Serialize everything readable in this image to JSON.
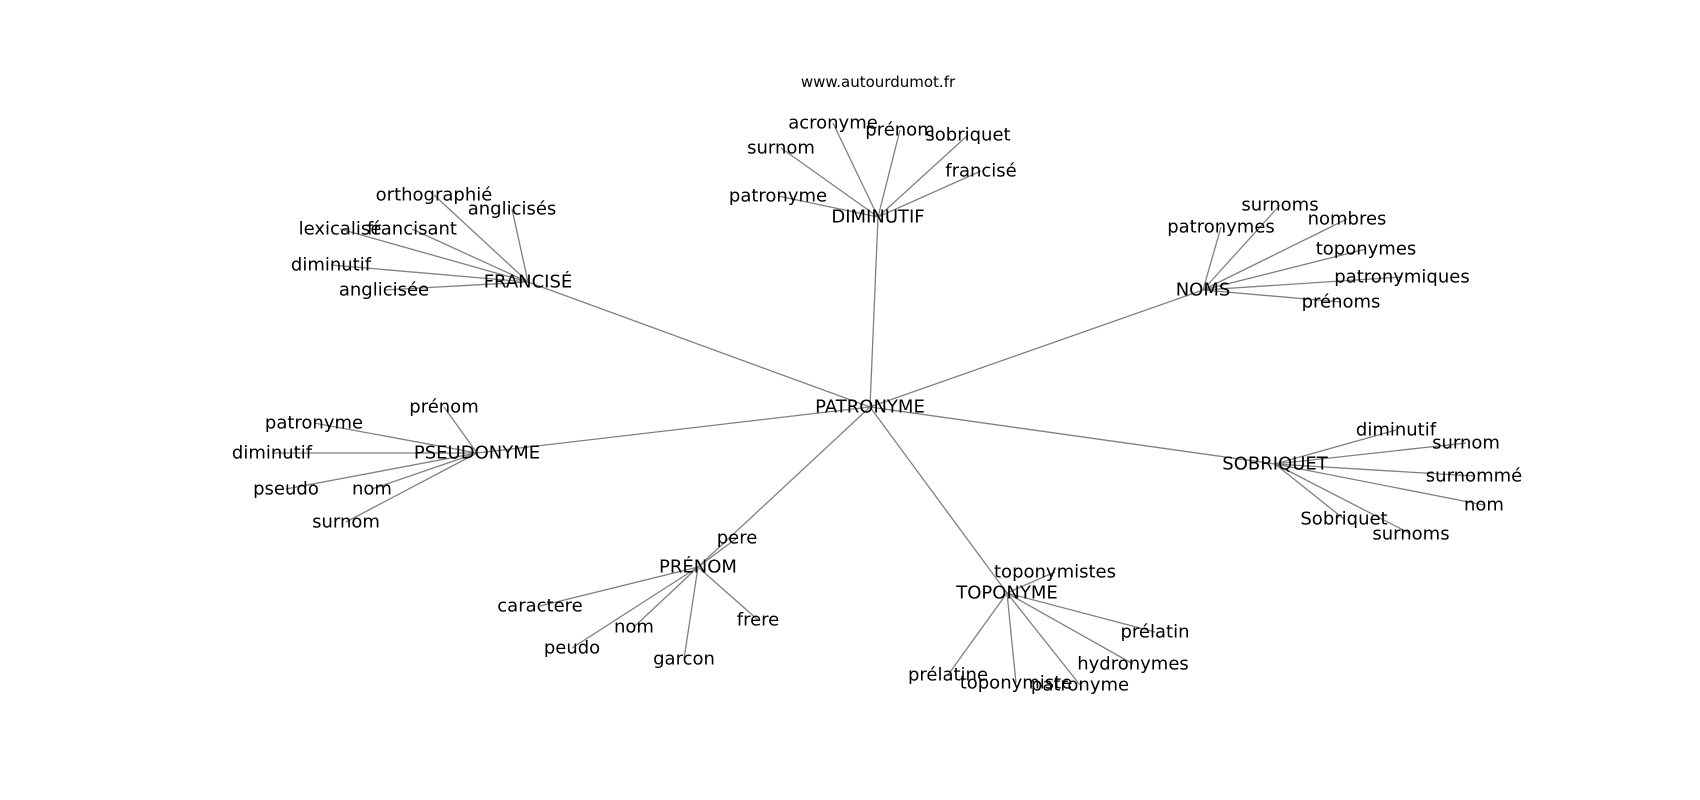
{
  "credit": "www.autourdumot.fr",
  "root": "PATRONYME",
  "clusters": [
    {
      "label": "DIMINUTIF",
      "children": [
        "acronyme",
        "prénom",
        "sobriquet",
        "surnom",
        "francisé",
        "patronyme"
      ]
    },
    {
      "label": "FRANCISÉ",
      "children": [
        "orthographié",
        "anglicisés",
        "lexicalisé",
        "francisant",
        "diminutif",
        "anglicisée"
      ]
    },
    {
      "label": "NOMS",
      "children": [
        "surnoms",
        "patronymes",
        "nombres",
        "toponymes",
        "patronymiques",
        "prénoms"
      ]
    },
    {
      "label": "PSEUDONYME",
      "children": [
        "prénom",
        "patronyme",
        "diminutif",
        "pseudo",
        "nom",
        "surnom"
      ]
    },
    {
      "label": "SOBRIQUET",
      "children": [
        "diminutif",
        "surnom",
        "surnommé",
        "nom",
        "Sobriquet",
        "surnoms"
      ]
    },
    {
      "label": "PRÉNOM",
      "children": [
        "pere",
        "caractere",
        "nom",
        "frere",
        "peudo",
        "garcon"
      ]
    },
    {
      "label": "TOPONYME",
      "children": [
        "toponymistes",
        "prélatin",
        "hydronymes",
        "prélatine",
        "toponymiste",
        "patronyme"
      ]
    }
  ]
}
